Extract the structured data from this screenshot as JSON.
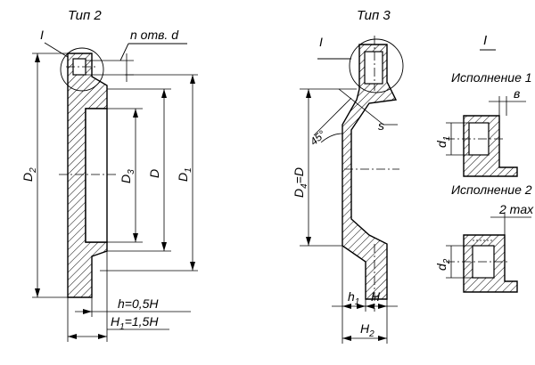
{
  "titles": {
    "type2": "Тип 2",
    "type3": "Тип 3",
    "detail": "I"
  },
  "type2": {
    "detail_marker": "I",
    "holes": "n отв. d",
    "d2": "D",
    "d2_sub": "2",
    "d3": "D",
    "d3_sub": "3",
    "d": "D",
    "d1": "D",
    "d1_sub": "1",
    "h_note": "h=0,5H",
    "h1_note_main": "H",
    "h1_note_sub": "1",
    "h1_note_rest": "=1,5H"
  },
  "type3": {
    "detail_marker": "I",
    "d4": "D",
    "d4_sub": "4",
    "d4_rest": "=D",
    "angle": "45°",
    "s": "s",
    "h1": "h",
    "h1_sub": "1",
    "h": "H",
    "h2": "H",
    "h2_sub": "2"
  },
  "detail": {
    "variant1": "Исполнение 1",
    "variant2": "Исполнение 2",
    "b": "в",
    "d1": "d",
    "d1_sub": "1",
    "d2": "d",
    "d2_sub": "2",
    "max": "2 max"
  }
}
